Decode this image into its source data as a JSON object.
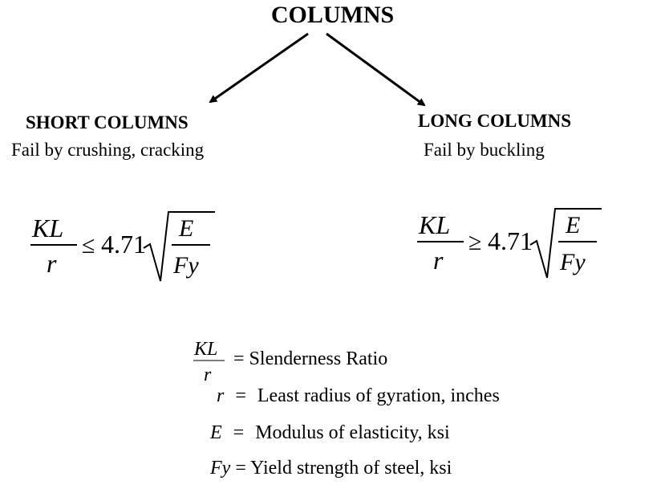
{
  "title": "COLUMNS",
  "short_columns": {
    "heading": "SHORT COLUMNS",
    "description": "Fail by crushing, cracking",
    "formula": {
      "numerator": "KL",
      "denominator": "r",
      "relation": "≤",
      "coefficient": "4.71",
      "radicand_numerator": "E",
      "radicand_denominator": "Fy"
    }
  },
  "long_columns": {
    "heading": "LONG COLUMNS",
    "description": "Fail by buckling",
    "formula": {
      "numerator": "KL",
      "denominator": "r",
      "relation": "≥",
      "coefficient": "4.71",
      "radicand_numerator": "E",
      "radicand_denominator": "Fy"
    }
  },
  "legend": {
    "ratio": {
      "numerator": "KL",
      "denominator": "r",
      "equals": "=",
      "meaning": "Slenderness Ratio"
    },
    "items": [
      {
        "symbol": "r",
        "equals": "=",
        "meaning": "Least radius of gyration, inches"
      },
      {
        "symbol": "E",
        "equals": "=",
        "meaning": "Modulus of elasticity, ksi"
      },
      {
        "symbol": "Fy",
        "equals": "=",
        "meaning": "Yield strength of steel, ksi"
      }
    ]
  }
}
